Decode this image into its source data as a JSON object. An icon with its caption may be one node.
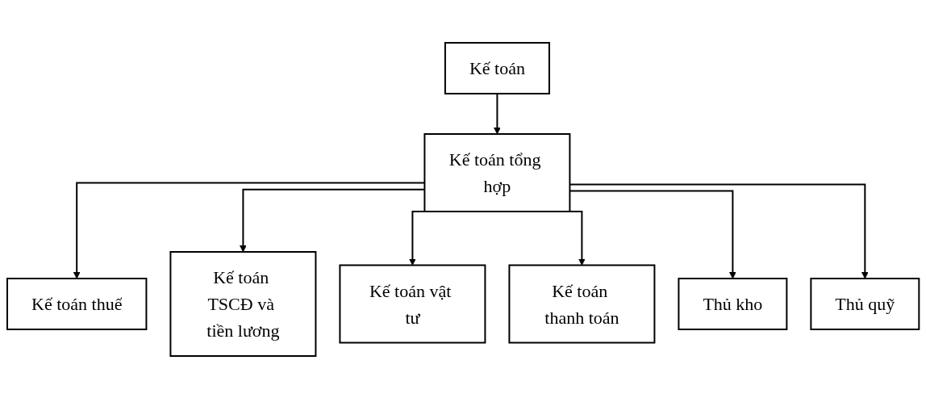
{
  "diagram": {
    "nodes": [
      {
        "text": [
          "Kế toán"
        ]
      },
      {
        "text": [
          "Kế toán tổng hợp"
        ]
      },
      {
        "text": [
          "Kế toán thuế"
        ]
      },
      {
        "text": [
          "Kế toán TSCĐ và tiền lương"
        ]
      },
      {
        "text": [
          "Kế toán vật tư"
        ]
      },
      {
        "text": [
          "Kế toán thanh toán"
        ]
      },
      {
        "text": [
          "Thủ kho"
        ]
      },
      {
        "text": [
          "Thủ quỹ"
        ]
      }
    ],
    "edges": [
      {
        "from": 0,
        "to": 1,
        "arrow": "to"
      },
      {
        "from": 1,
        "to": 2,
        "arrow": "to"
      },
      {
        "from": 1,
        "to": 3,
        "arrow": "to"
      },
      {
        "from": 1,
        "to": 4,
        "arrow": "to"
      },
      {
        "from": 1,
        "to": 5,
        "arrow": "to"
      },
      {
        "from": 1,
        "to": 6,
        "arrow": "to"
      },
      {
        "from": 1,
        "to": 7,
        "arrow": "to"
      }
    ]
  }
}
